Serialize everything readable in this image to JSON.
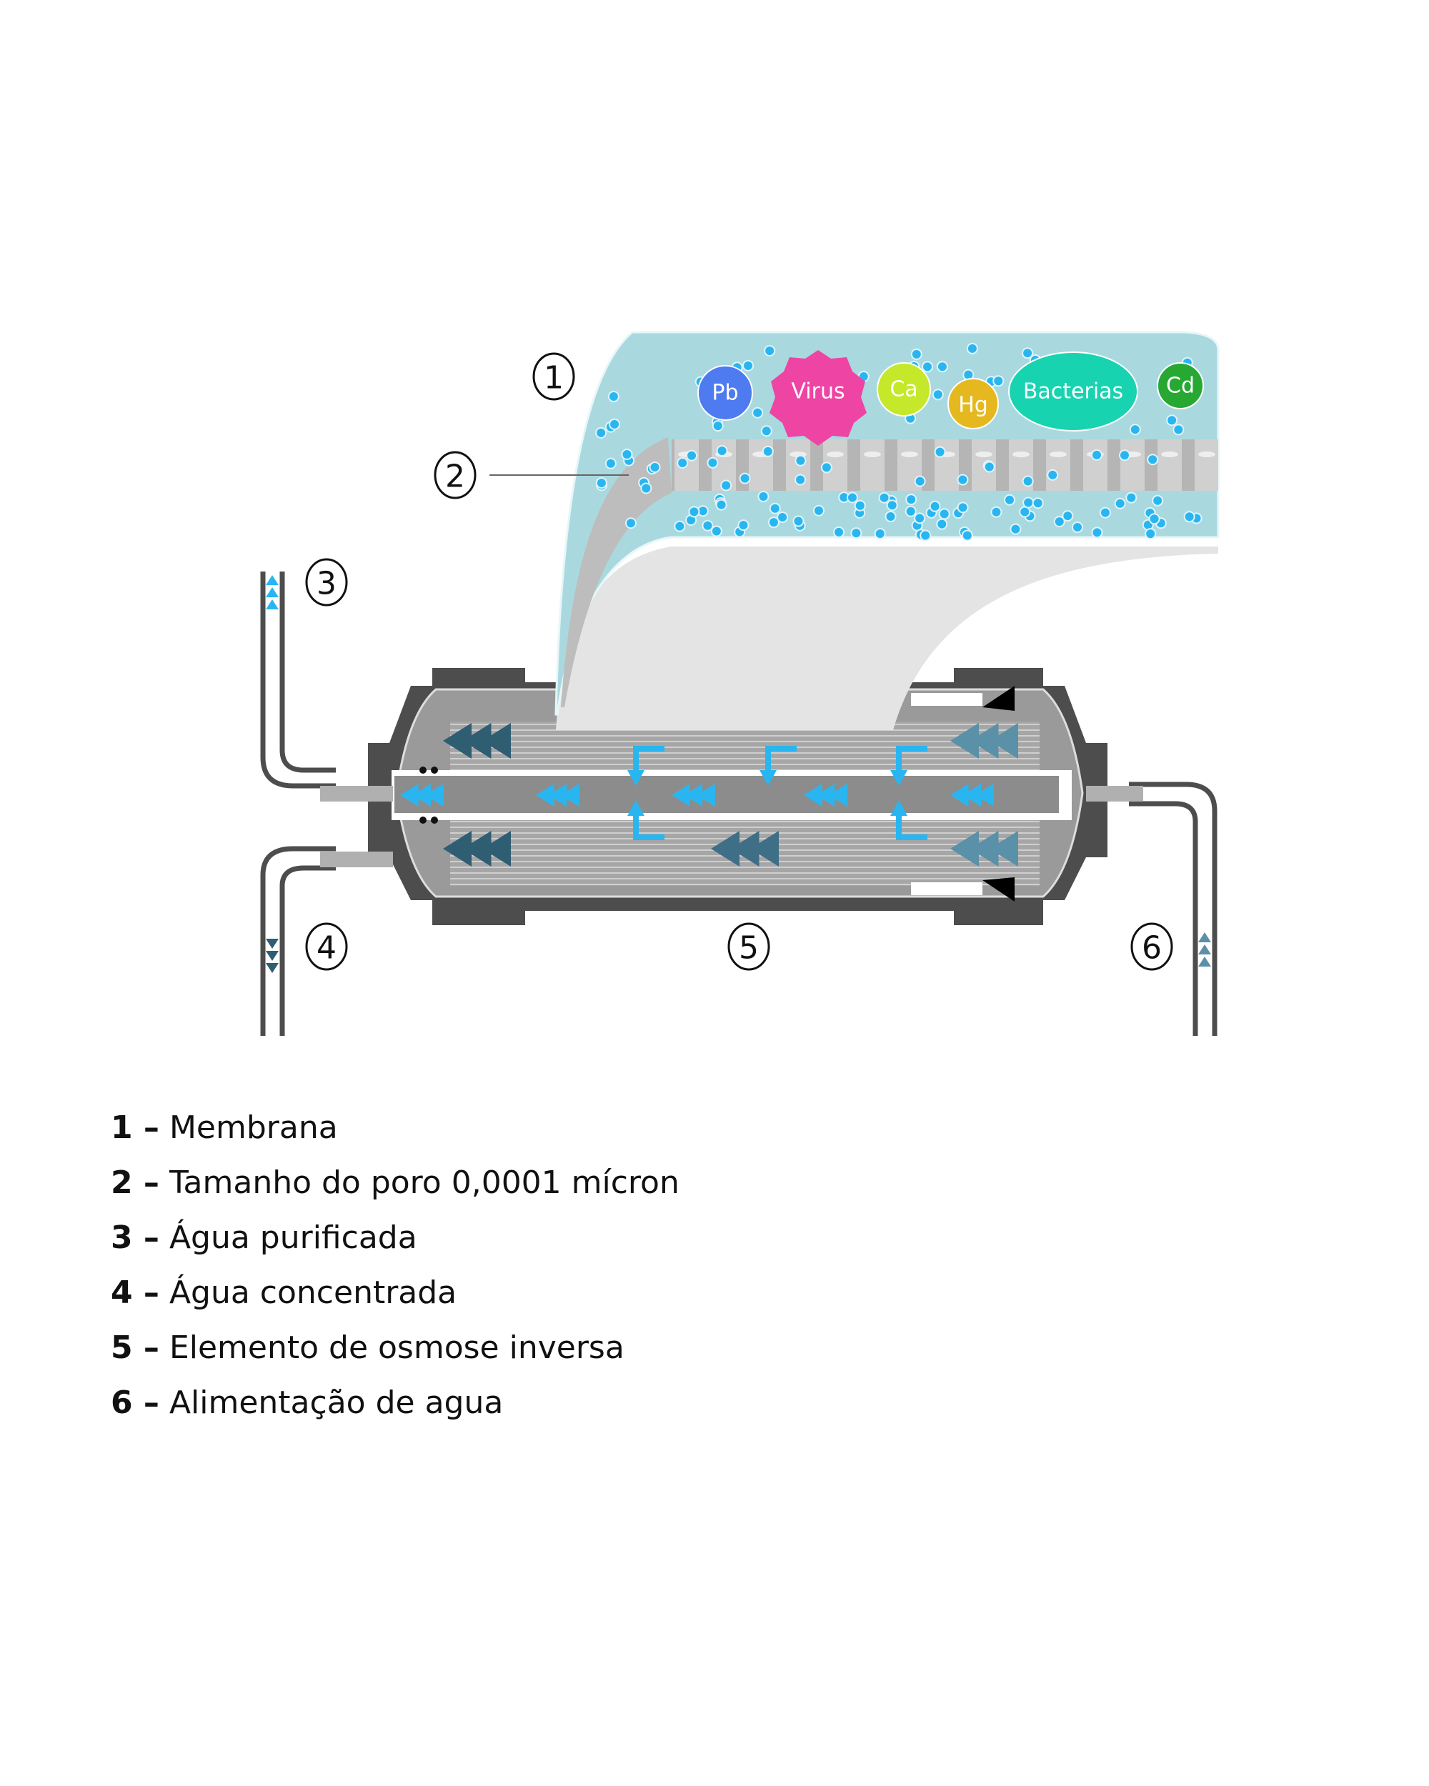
{
  "diagram": {
    "callouts": [
      "1",
      "2",
      "3",
      "4",
      "5",
      "6"
    ],
    "particles": [
      {
        "label": "Pb",
        "color": "#4f7bf0"
      },
      {
        "label": "Virus",
        "color": "#ee44a3"
      },
      {
        "label": "Ca",
        "color": "#c6e82a"
      },
      {
        "label": "Hg",
        "color": "#e6b820"
      },
      {
        "label": "Bacterias",
        "color": "#17d3b0"
      },
      {
        "label": "Cd",
        "color": "#27a832"
      }
    ],
    "colors": {
      "water": "#a9d9df",
      "droplet": "#29b6f0",
      "housing": "#4d4d4d",
      "body": "#9a9a9a",
      "concentrate_arrow": "#2f5d72",
      "feed_arrow": "#5a90a8"
    }
  },
  "legend": [
    {
      "num": "1 –",
      "text": "Membrana"
    },
    {
      "num": "2 –",
      "text": "Tamanho do poro 0,0001 mícron"
    },
    {
      "num": "3 –",
      "text": "Água purificada"
    },
    {
      "num": "4 –",
      "text": "Água concentrada"
    },
    {
      "num": "5 –",
      "text": "Elemento de osmose inversa"
    },
    {
      "num": "6 –",
      "text": "Alimentação de agua"
    }
  ]
}
